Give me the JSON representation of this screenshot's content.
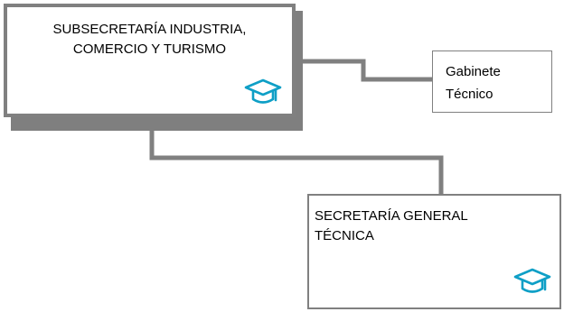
{
  "diagram": {
    "nodes": [
      {
        "id": "subsecretaria",
        "lines": [
          "SUBSECRETARÍA INDUSTRIA,",
          "COMERCIO Y TURISMO"
        ],
        "icon": "mortarboard-icon"
      },
      {
        "id": "gabinete",
        "lines": [
          "Gabinete",
          "Técnico"
        ]
      },
      {
        "id": "secretaria",
        "lines": [
          "SECRETARÍA GENERAL",
          "TÉCNICA"
        ],
        "icon": "mortarboard-icon"
      }
    ],
    "edges": [
      {
        "from": "subsecretaria",
        "to": "gabinete"
      },
      {
        "from": "subsecretaria",
        "to": "secretaria"
      }
    ],
    "colors": {
      "border": "#808080",
      "connector": "#808080",
      "icon": "#0e9fc6"
    }
  }
}
